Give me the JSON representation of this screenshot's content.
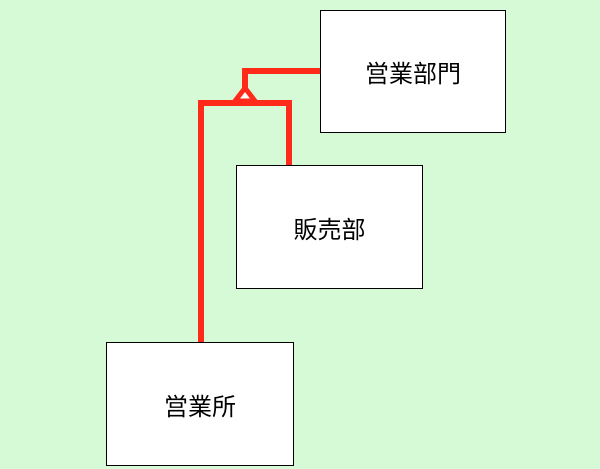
{
  "entities": [
    {
      "id": "parent",
      "label": "営業部門"
    },
    {
      "id": "child1",
      "label": "販売部"
    },
    {
      "id": "child2",
      "label": "営業所"
    }
  ],
  "relationship": {
    "type": "generalization",
    "color": "#ff2a1a"
  },
  "colors": {
    "background": "#d6fad6",
    "box": "#ffffff"
  }
}
